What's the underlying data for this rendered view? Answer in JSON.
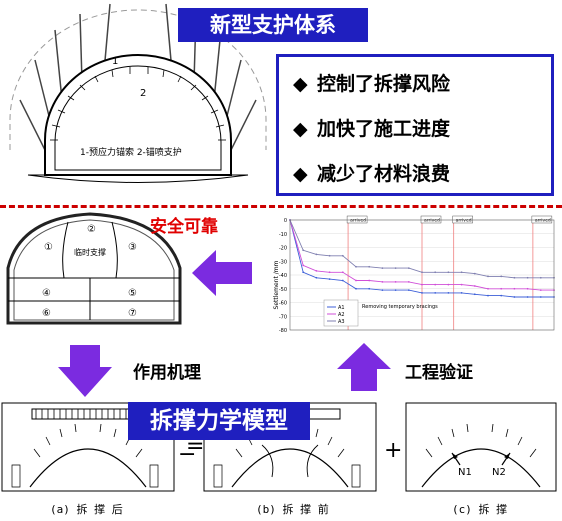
{
  "title": "新型支护体系",
  "benefits": [
    "控制了拆撑风险",
    "加快了施工进度",
    "减少了材料浪费"
  ],
  "bullet_symbol": "◆",
  "safety_label": "安全可靠",
  "mechanism_label": "作用机理",
  "verification_label": "工程验证",
  "model_title": "拆撑力学模型",
  "tunnel_top": {
    "marker_1": "1",
    "marker_2": "2",
    "legend": "1-预应力锚索  2-锚喷支护"
  },
  "tunnel_left": {
    "support_label": "临时支撑",
    "zones": [
      "①",
      "②",
      "③",
      "④",
      "⑤",
      "⑥",
      "⑦"
    ]
  },
  "chart_data": {
    "type": "line",
    "ylabel": "Settlement /mm",
    "yticks": [
      "0",
      "-10",
      "-20",
      "-30",
      "-40",
      "-50",
      "-60",
      "-70",
      "-80"
    ],
    "ylim": [
      -80,
      0
    ],
    "x": [
      0,
      5,
      10,
      15,
      20,
      25,
      30,
      35,
      40,
      45,
      50,
      55,
      60,
      65,
      70,
      75,
      80,
      85,
      90,
      95,
      100
    ],
    "series": [
      {
        "name": "A1",
        "color": "#3c5fd8",
        "values": [
          0,
          -38,
          -42,
          -43,
          -44,
          -50,
          -50,
          -51,
          -51,
          -51,
          -53,
          -53,
          -53,
          -53,
          -54,
          -55,
          -55,
          -56,
          -56,
          -56,
          -56
        ]
      },
      {
        "name": "A2",
        "color": "#d04fd8",
        "values": [
          0,
          -33,
          -37,
          -38,
          -38,
          -44,
          -44,
          -45,
          -45,
          -45,
          -47,
          -47,
          -47,
          -47,
          -48,
          -50,
          -50,
          -50,
          -50,
          -51,
          -51
        ]
      },
      {
        "name": "A3",
        "color": "#7f7fb0",
        "values": [
          0,
          -22,
          -25,
          -26,
          -26,
          -34,
          -34,
          -35,
          -35,
          -35,
          -38,
          -38,
          -38,
          -38,
          -39,
          -41,
          -41,
          -42,
          -42,
          -42,
          -42
        ]
      }
    ],
    "event_label": "arrived",
    "annotation": "Removing temporary bracings"
  },
  "model_panels": [
    {
      "caption": "(a) 拆 撑 后"
    },
    {
      "caption": "(b) 拆 撑 前"
    },
    {
      "caption": "(c) 拆 撑",
      "labels": [
        "N1",
        "N2"
      ]
    }
  ],
  "operators": [
    "=",
    "−",
    "+"
  ],
  "colors": {
    "accent": "#1f1fbf",
    "red": "#e00000",
    "arrow": "#7b2be0"
  }
}
